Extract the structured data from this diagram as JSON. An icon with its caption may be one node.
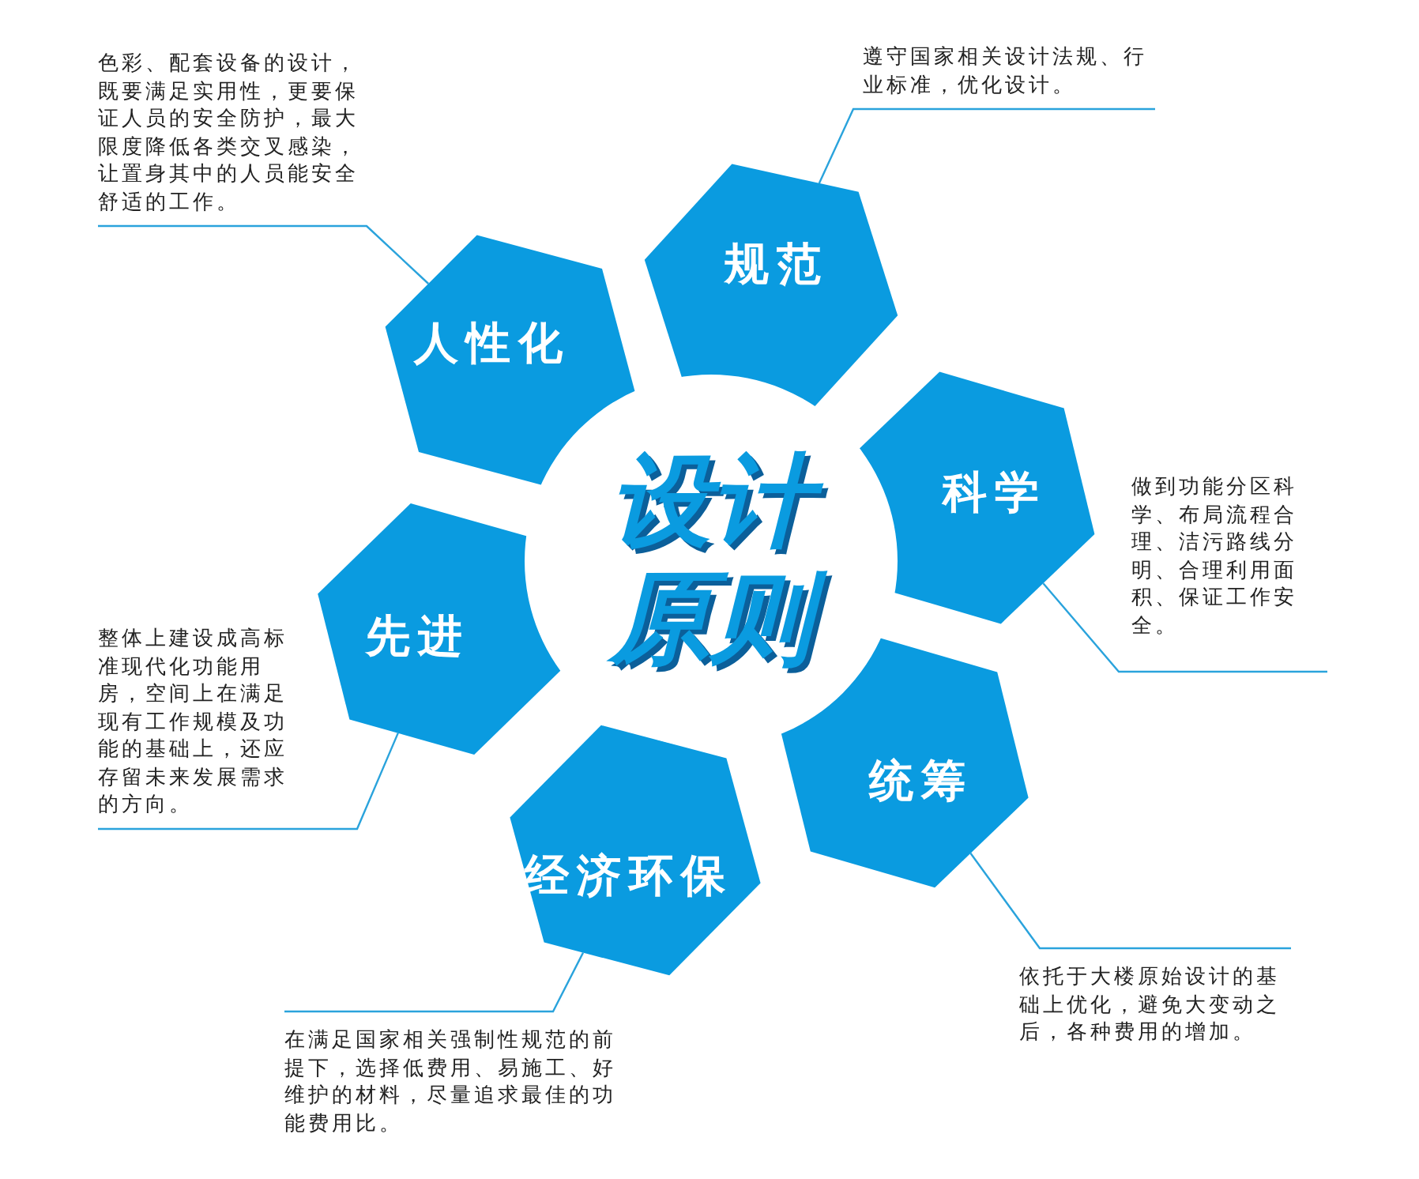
{
  "diagram": {
    "nodes": [
      {
        "text": [
          "设计原则"
        ]
      },
      {
        "text": [
          "人性化"
        ]
      },
      {
        "text": [
          "规范"
        ]
      },
      {
        "text": [
          "科学"
        ]
      },
      {
        "text": [
          "统筹"
        ]
      },
      {
        "text": [
          "经济环保"
        ]
      },
      {
        "text": [
          "先进"
        ]
      },
      {
        "text": [
          "色彩、配套设备的设计，既要满足实用性，更要保证人员的安全防护，最大限度降低各类交叉感染，让置身其中的人员能安全舒适的工作。"
        ]
      },
      {
        "text": [
          "遵守国家相关设计法规、行业标准，优化设计。"
        ]
      },
      {
        "text": [
          "做到功能分区科学、布局流程合理、洁污路线分明、合理利用面积、保证工作安全。"
        ]
      },
      {
        "text": [
          "依托于大楼原始设计的基础上优化，避免大变动之后，各种费用的增加。"
        ]
      },
      {
        "text": [
          "在满足国家相关强制性规范的前提下，选择低费用、易施工、好维护的材料，尽量追求最佳的功能费用比。"
        ]
      },
      {
        "text": [
          "整体上建设成高标准现代化功能用房，空间上在满足现有工作规模及功能的基础上，还应存留未来发展需求的方向。"
        ]
      }
    ],
    "edges": [
      {
        "from": 7,
        "to": 1,
        "arrow": "none"
      },
      {
        "from": 8,
        "to": 2,
        "arrow": "none"
      },
      {
        "from": 9,
        "to": 3,
        "arrow": "none"
      },
      {
        "from": 10,
        "to": 4,
        "arrow": "none"
      },
      {
        "from": 11,
        "to": 5,
        "arrow": "none"
      },
      {
        "from": 12,
        "to": 6,
        "arrow": "none"
      }
    ]
  }
}
